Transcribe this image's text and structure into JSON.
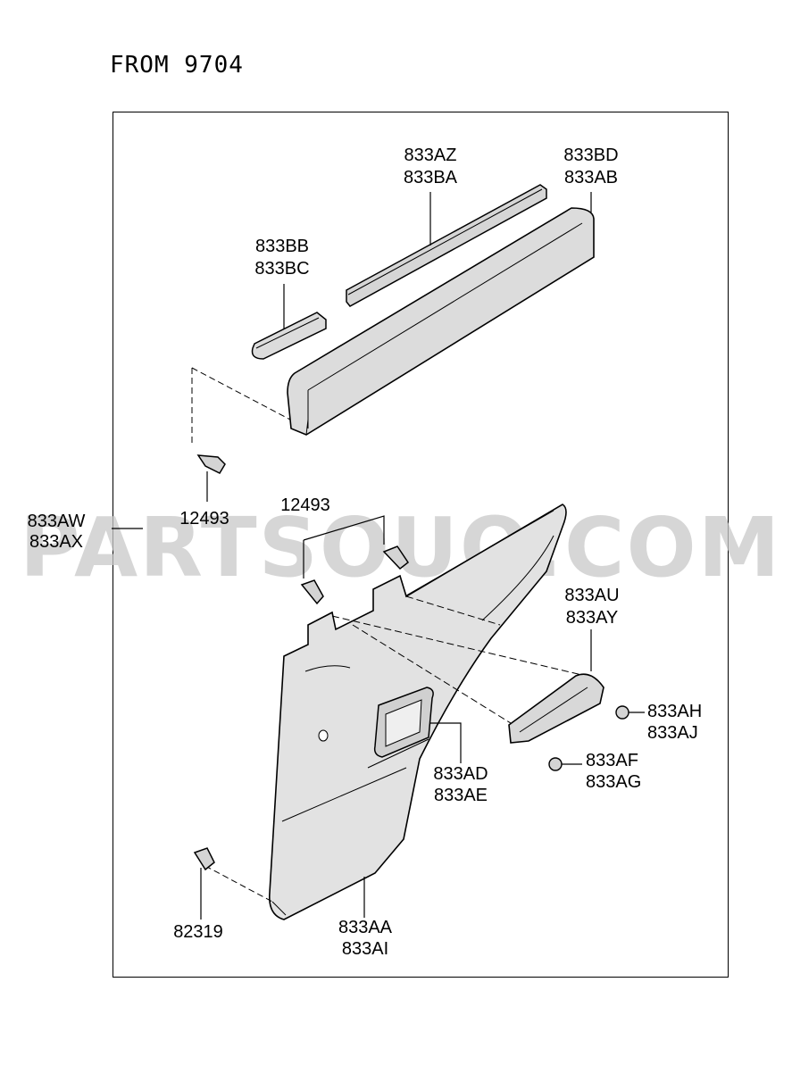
{
  "header": {
    "title": "FROM 9704"
  },
  "watermark": {
    "text": "PARTSOUQ.COM"
  },
  "callouts": {
    "c1": [
      "833AZ",
      "833BA"
    ],
    "c2": [
      "833BD",
      "833AB"
    ],
    "c3": [
      "833BB",
      "833BC"
    ],
    "c4": [
      "12493"
    ],
    "c5": [
      "12493"
    ],
    "c6": [
      "833AW",
      "833AX"
    ],
    "c7": [
      "833AU",
      "833AY"
    ],
    "c8": [
      "833AH",
      "833AJ"
    ],
    "c9": [
      "833AF",
      "833AG"
    ],
    "c10": [
      "833AD",
      "833AE"
    ],
    "c11": [
      "82319"
    ],
    "c12": [
      "833AA",
      "833AI"
    ]
  },
  "colors": {
    "line": "#000000",
    "part_fill": "#d9d9d9",
    "watermark": "#c9c9c9"
  }
}
